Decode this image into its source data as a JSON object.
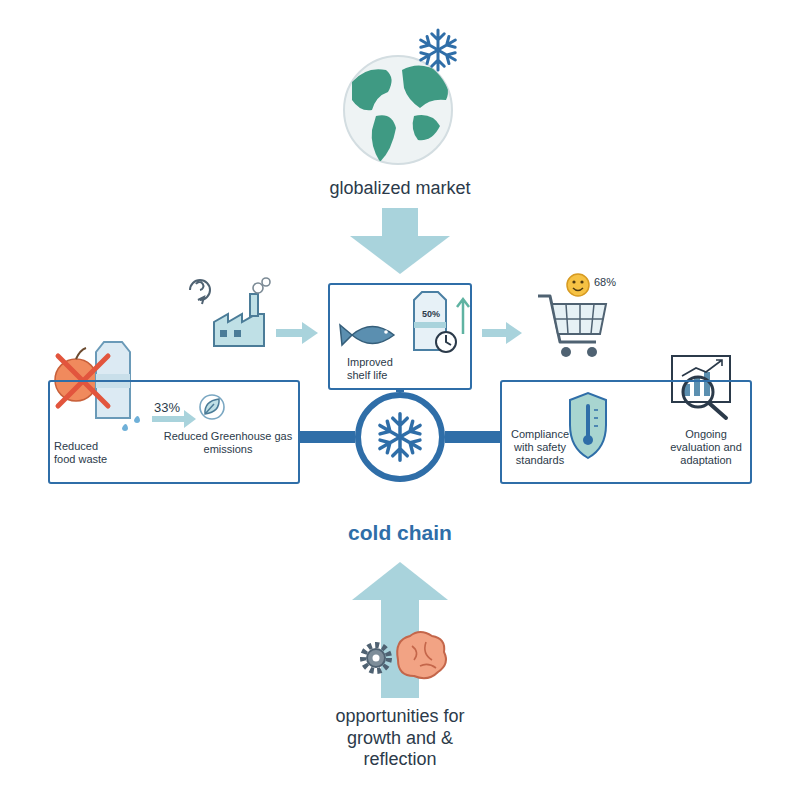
{
  "diagram": {
    "nodes": [
      {
        "text": [
          "50%",
          "Improved shelf life"
        ]
      },
      {
        "text": [
          "Reduced food waste",
          "33%",
          "Reduced Greenhouse gas emissions"
        ]
      },
      {
        "text": [
          "cold chain"
        ]
      },
      {
        "text": [
          "Compliance with safety standards",
          "Ongoing evaluation and adaptation"
        ]
      }
    ],
    "edges": [
      {
        "from": 1,
        "to": 2,
        "arrow": "none"
      },
      {
        "from": 2,
        "to": 3,
        "arrow": "none"
      },
      {
        "from": 2,
        "to": 0,
        "arrow": "none"
      }
    ],
    "labels": [
      "globalized market",
      "68%",
      "opportunities for growth and & reflection"
    ]
  }
}
